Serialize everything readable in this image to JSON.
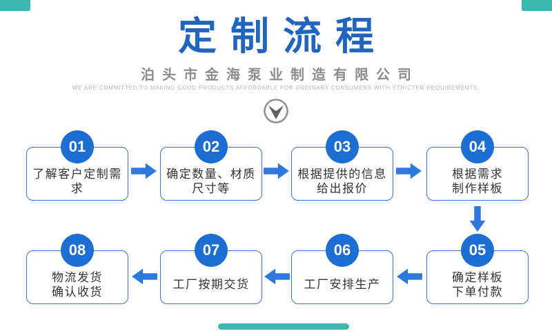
{
  "header": {
    "title": "定制流程",
    "company": "泊头市金海泵业制造有限公司",
    "tagline": "WE ARE COMMITTED TO MAKING GOOD PRODUCTS AFFORDABLE FOR ORDINARY CONSUMERS WITH STRICTER REQUIREMENTS."
  },
  "icons": {
    "scroll_hint": "chevron-down-icon",
    "flow_forward": "arrow-right-icon",
    "flow_turn": "arrow-down-icon",
    "flow_backward": "arrow-left-icon"
  },
  "colors": {
    "title_blue": "#2065bf",
    "badge_blue": "#1c6ed3",
    "box_border_blue": "#3a72d8",
    "arrow_blue": "#2e78dd",
    "step_text": "#333333",
    "company_gray": "#8b8b8b",
    "tagline_gray": "#b4b4b4",
    "accent_teal": "#3cb8ae"
  },
  "steps": [
    {
      "number": "01",
      "line1": "了解客户定制需",
      "line2": "求"
    },
    {
      "number": "02",
      "line1": "确定数量、材质",
      "line2": "尺寸等"
    },
    {
      "number": "03",
      "line1": "根据提供的信息",
      "line2": "给出报价"
    },
    {
      "number": "04",
      "line1": "根据需求",
      "line2": "制作样板"
    },
    {
      "number": "05",
      "line1": "确定样板",
      "line2": "下单付款"
    },
    {
      "number": "06",
      "line1": "工厂安排生产",
      "line2": ""
    },
    {
      "number": "07",
      "line1": "工厂按期交货",
      "line2": ""
    },
    {
      "number": "08",
      "line1": "物流发货",
      "line2": "确认收货"
    }
  ]
}
